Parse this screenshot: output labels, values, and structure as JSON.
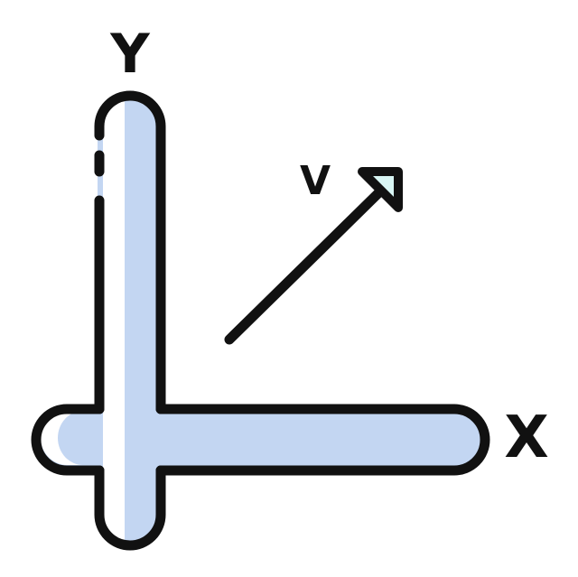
{
  "icon": {
    "name": "coordinate-axes-vector-icon",
    "labels": {
      "y_axis": "Y",
      "x_axis": "X",
      "vector": "V"
    },
    "colors": {
      "outline": "#111111",
      "axis_fill": "#c3d6f2",
      "arrowhead_fill": "#d9f6f4",
      "background": "#ffffff"
    }
  }
}
